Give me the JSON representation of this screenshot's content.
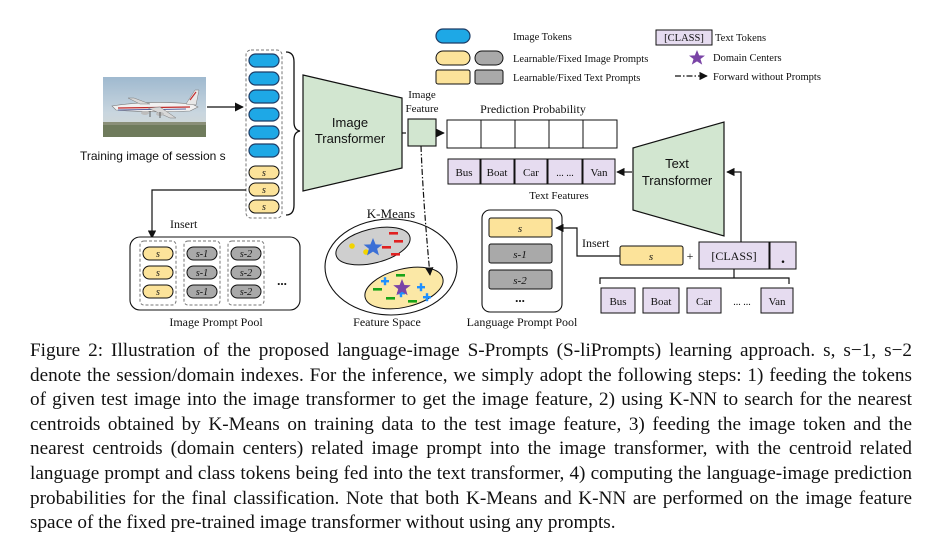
{
  "legend": {
    "image_tokens": "Image Tokens",
    "learnable_fixed_image_prompts": "Learnable/Fixed Image Prompts",
    "learnable_fixed_text_prompts": "Learnable/Fixed Text Prompts",
    "class_token": "[CLASS]",
    "text_tokens": "Text Tokens",
    "domain_centers": "Domain Centers",
    "forward_without_prompts": "Forward without Prompts"
  },
  "image_caption": "Training image of session s",
  "image_transformer": {
    "line1": "Image",
    "line2": "Transformer"
  },
  "image_feature": {
    "line1": "Image",
    "line2": "Feature"
  },
  "prediction_probability": "Prediction Probability",
  "text_features": {
    "label": "Text Features",
    "classes": [
      "Bus",
      "Boat",
      "Car",
      "... ...",
      "Van"
    ]
  },
  "text_transformer": {
    "line1": "Text",
    "line2": "Transformer"
  },
  "token_stack_prompts": [
    "s",
    "s",
    "s"
  ],
  "insert_left": "Insert",
  "insert_right": "Insert",
  "image_prompt_pool": {
    "label": "Image Prompt Pool",
    "columns": [
      [
        "s",
        "s",
        "s"
      ],
      [
        "s-1",
        "s-1",
        "s-1"
      ],
      [
        "s-2",
        "s-2",
        "s-2"
      ]
    ],
    "ellipsis": "..."
  },
  "kmeans": {
    "title": "K-Means",
    "label": "Feature Space"
  },
  "language_prompt_pool": {
    "label": "Language Prompt Pool",
    "items": [
      "s",
      "s-1",
      "s-2"
    ],
    "ellipsis": "..."
  },
  "text_input": {
    "prompt": "s",
    "plus": "+",
    "class_token": "[CLASS]",
    "dot": "."
  },
  "class_tokens_row": [
    "Bus",
    "Boat",
    "Car",
    "... ...",
    "Van"
  ],
  "caption": {
    "figure_label": "Figure 2:",
    "text": " Illustration of the proposed language-image S-Prompts (S-liPrompts) learning approach. s, s−1, s−2 denote the session/domain indexes. For the inference, we simply adopt the following steps: 1) feeding the tokens of given test image into the image transformer to get the image feature, 2) using K-NN to search for the nearest centroids obtained by K-Means on training data to the test image feature, 3) feeding the image token and the nearest centroids (domain centers) related image prompt into the image transformer, with the centroid related language prompt and class tokens being fed into the text transformer, 4) computing the language-image prediction probabilities for the final classification. Note that both K-Means and K-NN are performed on the image feature space of the fixed pre-trained image transformer without using any prompts."
  },
  "colors": {
    "image_token": "#1ea8e6",
    "prompt_yellow": "#fce39a",
    "prompt_gray": "#a9a9a9",
    "transformer_green": "#d2e6d0",
    "class_purple": "#e6dcf0",
    "star_purple": "#7a44a6",
    "star_blue": "#3b6fd6",
    "minus_red": "#e02020",
    "plus_blue": "#1e90ff",
    "minus_green": "#18a418",
    "dot_yellow": "#f2d400"
  }
}
